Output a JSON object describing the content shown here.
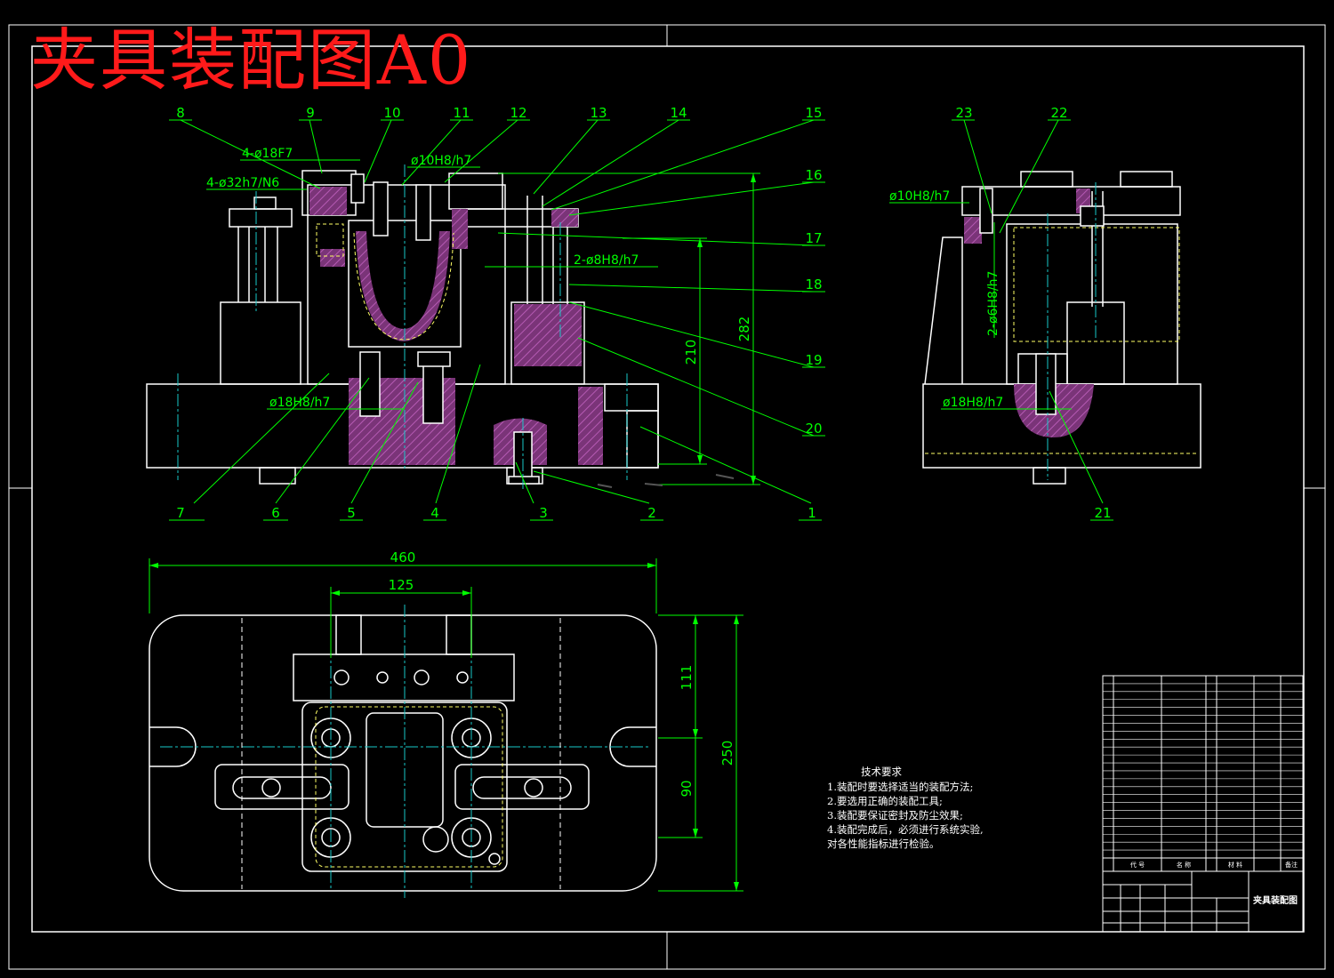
{
  "title": "夹具装配图A0",
  "balloons": [
    "1",
    "2",
    "3",
    "4",
    "5",
    "6",
    "7",
    "8",
    "9",
    "10",
    "11",
    "12",
    "13",
    "14",
    "15",
    "16",
    "17",
    "18",
    "19",
    "20",
    "21",
    "22",
    "23"
  ],
  "fit_labels": {
    "f1": "4-ø18F7",
    "f2": "4-ø32h7/N6",
    "f3": "ø10H8/h7",
    "f4": "2-ø8H8/h7",
    "f5": "ø18H8/h7",
    "f6": "ø10H8/h7",
    "f7": "2-ø6H8/h7",
    "f8": "ø18H8/h7"
  },
  "dimensions": {
    "d282": "282",
    "d210": "210",
    "d460": "460",
    "d125": "125",
    "d111": "111",
    "d90": "90",
    "d250": "250"
  },
  "tech_requirements": {
    "heading": "技术要求",
    "items": [
      "1.装配时要选择适当的装配方法;",
      "2.要选用正确的装配工具;",
      "3.装配要保证密封及防尘效果;",
      "4.装配完成后，必须进行系统实验,",
      "对各性能指标进行检验。"
    ]
  },
  "title_block": {
    "drawing_name": "夹具装配图",
    "header_code": "代 号",
    "header_name": "名 称",
    "header_material": "材 料",
    "header_note": "备注"
  },
  "colors": {
    "background": "#000000",
    "outline": "#ffffff",
    "dimension": "#00ff00",
    "title": "#ff1a1a",
    "hatch": "#8a3c8a",
    "centerline": "#19c8c8",
    "hidden": "#ffff66"
  }
}
